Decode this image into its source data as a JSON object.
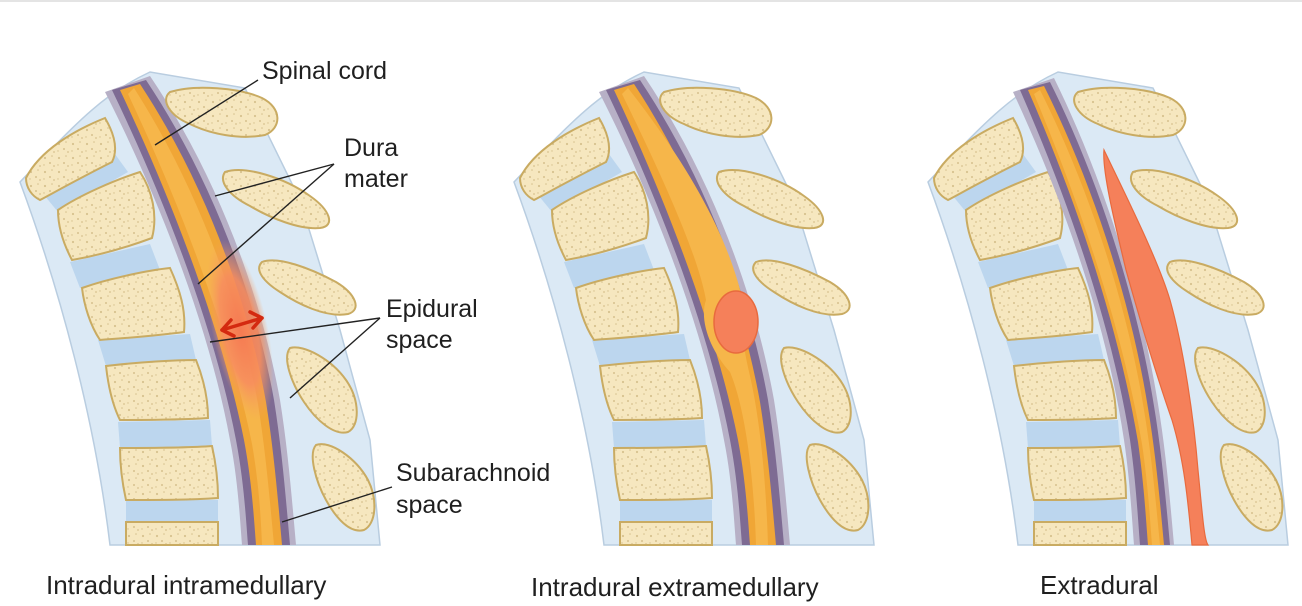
{
  "panels": [
    {
      "caption": "Intradural intramedullary"
    },
    {
      "caption": "Intradural extramedullary"
    },
    {
      "caption": "Extradural"
    }
  ],
  "labels": {
    "spinal_cord": "Spinal cord",
    "dura_line1": "Dura",
    "dura_line2": "mater",
    "epidural_line1": "Epidural",
    "epidural_line2": "space",
    "subarachnoid_line1": "Subarachnoid",
    "subarachnoid_line2": "space"
  },
  "colors": {
    "bone_fill": "#f6e7bf",
    "bone_outline": "#c9ab62",
    "disc": "#bcd6ee",
    "fat": "#dbe9f5",
    "dura": "#7e6b93",
    "dura_light": "#b7b0c6",
    "csf": "#f0a636",
    "cord": "#f6b64a",
    "tumor": "#f57a52",
    "arrow": "#d42a10"
  }
}
